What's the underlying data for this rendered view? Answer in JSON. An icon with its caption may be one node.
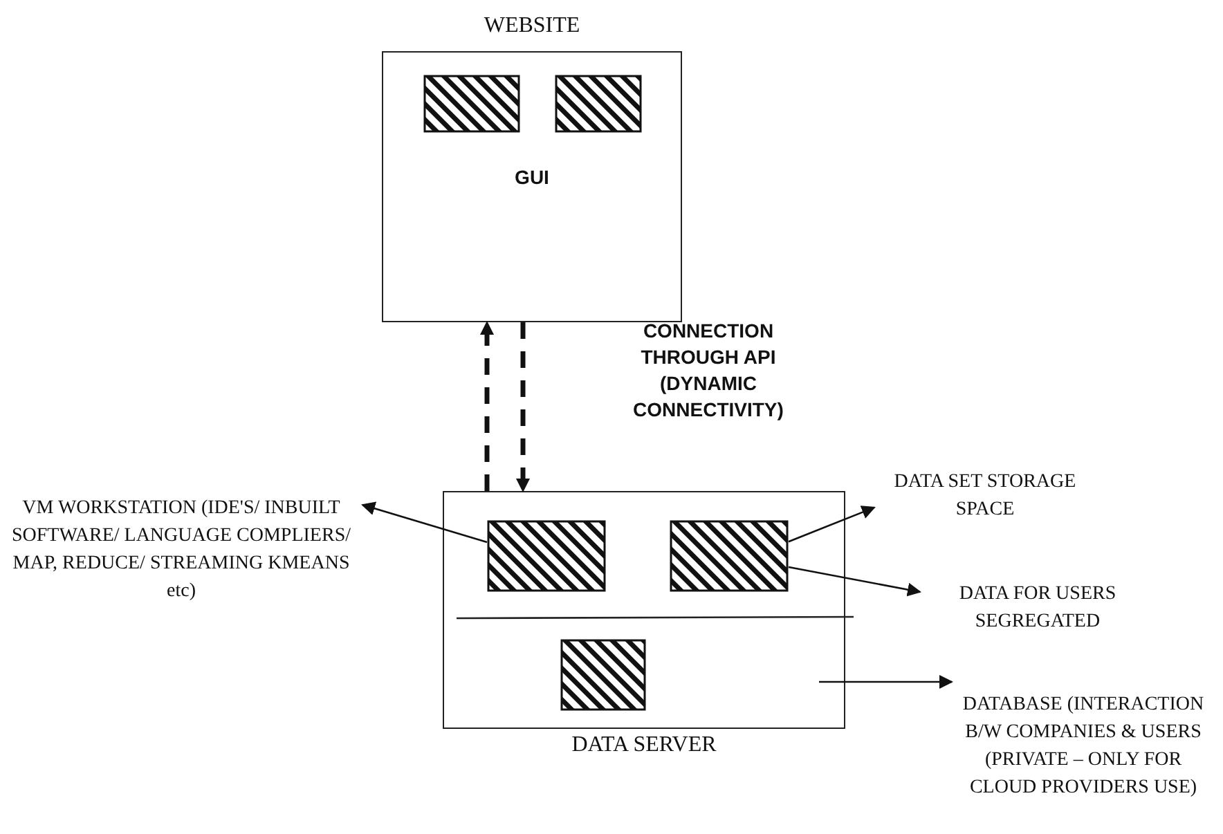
{
  "diagram": {
    "nodes": [
      {
        "text": [
          "WEBSITE",
          "GUI"
        ]
      },
      {
        "text": [],
        "shape": "box",
        "in": 0
      },
      {
        "text": [],
        "shape": "box",
        "in": 0
      },
      {
        "text": [
          "DATA SERVER"
        ]
      },
      {
        "text": [],
        "shape": "box",
        "in": 3
      },
      {
        "text": [],
        "shape": "box",
        "in": 3
      },
      {
        "text": [],
        "shape": "box",
        "in": 3
      },
      {
        "text": [
          "VM WORKSTATION (IDE'S/ INBUILT SOFTWARE/ LANGUAGE COMPLIERS/ MAP, REDUCE/ STREAMING KMEANS etc)"
        ]
      },
      {
        "text": [
          "DATA SET STORAGE SPACE"
        ]
      },
      {
        "text": [
          "DATA FOR USERS SEGREGATED"
        ]
      },
      {
        "text": [
          "DATABASE (INTERACTION B/W COMPANIES & USERS (PRIVATE – ONLY FOR CLOUD PROVIDERS USE)"
        ]
      }
    ],
    "edges": [
      {
        "from": 3,
        "to": 0,
        "arrow": "to",
        "style": "dashed"
      },
      {
        "from": 0,
        "to": 3,
        "arrow": "to",
        "style": "dashed"
      },
      {
        "from": 4,
        "to": 7,
        "arrow": "to"
      },
      {
        "from": 5,
        "to": 8,
        "arrow": "to"
      },
      {
        "from": 5,
        "to": 9,
        "arrow": "to"
      },
      {
        "from": 3,
        "to": 10,
        "arrow": "to"
      }
    ],
    "labels": [
      "CONNECTION THROUGH API (DYNAMIC CONNECTIVITY)"
    ]
  }
}
